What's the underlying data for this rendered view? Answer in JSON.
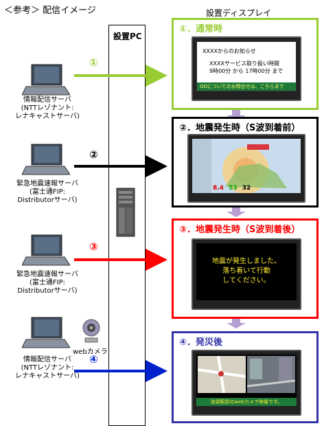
{
  "header": {
    "left_title": "＜参考＞ 配信イメージ",
    "right_title": "設置ディスプレイ",
    "pc_label": "設置PC"
  },
  "servers": [
    {
      "label_lines": [
        "情報配信サーバ",
        "(NTTレゾナント:",
        "レナキャストサーバ)"
      ]
    },
    {
      "label_lines": [
        "緊急地震速報サーバ",
        "(富士通FIP:",
        "Distributorサーバ)"
      ]
    },
    {
      "label_lines": [
        "緊急地震速報サーバ",
        "(富士通FIP:",
        "Distributorサーバ)"
      ]
    },
    {
      "label_lines": [
        "情報配信サーバ",
        "(NTTレゾナント:",
        "レナキャストサーバ)"
      ]
    }
  ],
  "webcam_label": "webカメラ",
  "arrows": [
    {
      "num": "①",
      "color": "#99cc33"
    },
    {
      "num": "②",
      "color": "#000000"
    },
    {
      "num": "③",
      "color": "#ff0000"
    },
    {
      "num": "④",
      "color": "#0022cc"
    }
  ],
  "displays": [
    {
      "title": "①．通常時",
      "border_color": "#99cc33",
      "title_color": "#99cc33",
      "screen": {
        "line1": "XXXXからのお知らせ",
        "line2": "XXXXサービス取り扱い時間",
        "line3": "9時00分 から 17時00分 まで",
        "footer": "OOについてのお問合せは、こちらまで"
      }
    },
    {
      "title": "②．地震発生時（S波到着前）",
      "border_color": "#000000",
      "title_color": "#000000",
      "screen": {
        "vals": [
          "8.4",
          "53",
          "32"
        ]
      }
    },
    {
      "title": "③．地震発生時（S波到着後）",
      "border_color": "#ff0000",
      "title_color": "#ff0000",
      "screen": {
        "line1": "地震が発生しました。",
        "line2": "落ち着いて行動",
        "line3": "してください。"
      }
    },
    {
      "title": "④．発災後",
      "border_color": "#3333aa",
      "title_color": "#3333aa",
      "screen": {
        "caption": "池袋駅前のwebカメラ映像です。"
      }
    }
  ]
}
